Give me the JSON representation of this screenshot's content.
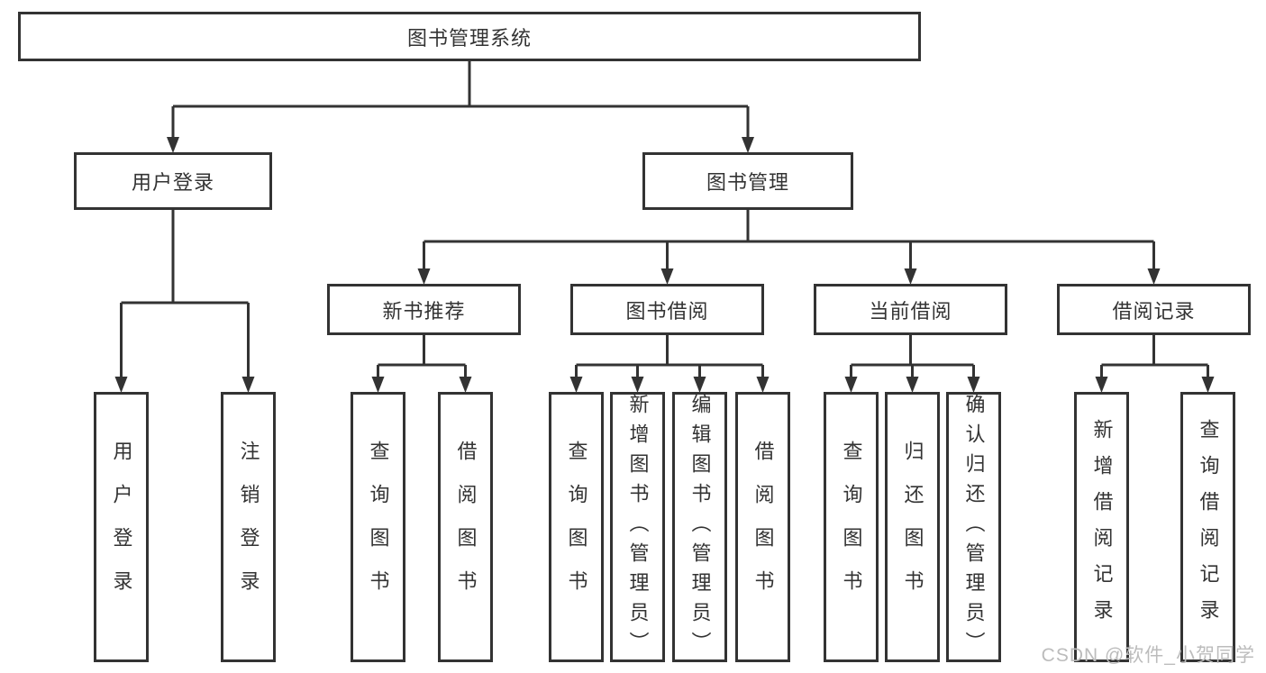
{
  "colors": {
    "line": "#333333",
    "text": "#333333",
    "watermark": "#bcbcbc"
  },
  "watermark": "CSDN @软件_小贺同学",
  "tree": {
    "root": "图书管理系统",
    "level2": [
      {
        "label": "用户登录",
        "children": [
          "用户登录",
          "注销登录"
        ]
      },
      {
        "label": "图书管理"
      }
    ],
    "level3": [
      {
        "label": "新书推荐",
        "children": [
          "查询图书",
          "借阅图书"
        ]
      },
      {
        "label": "图书借阅",
        "children": [
          "查询图书",
          "新增图书（管理员）",
          "编辑图书（管理员）",
          "借阅图书"
        ]
      },
      {
        "label": "当前借阅",
        "children": [
          "查询图书",
          "归还图书",
          "确认归还（管理员）"
        ]
      },
      {
        "label": "借阅记录",
        "children": [
          "新增借阅记录",
          "查询借阅记录"
        ]
      }
    ]
  }
}
